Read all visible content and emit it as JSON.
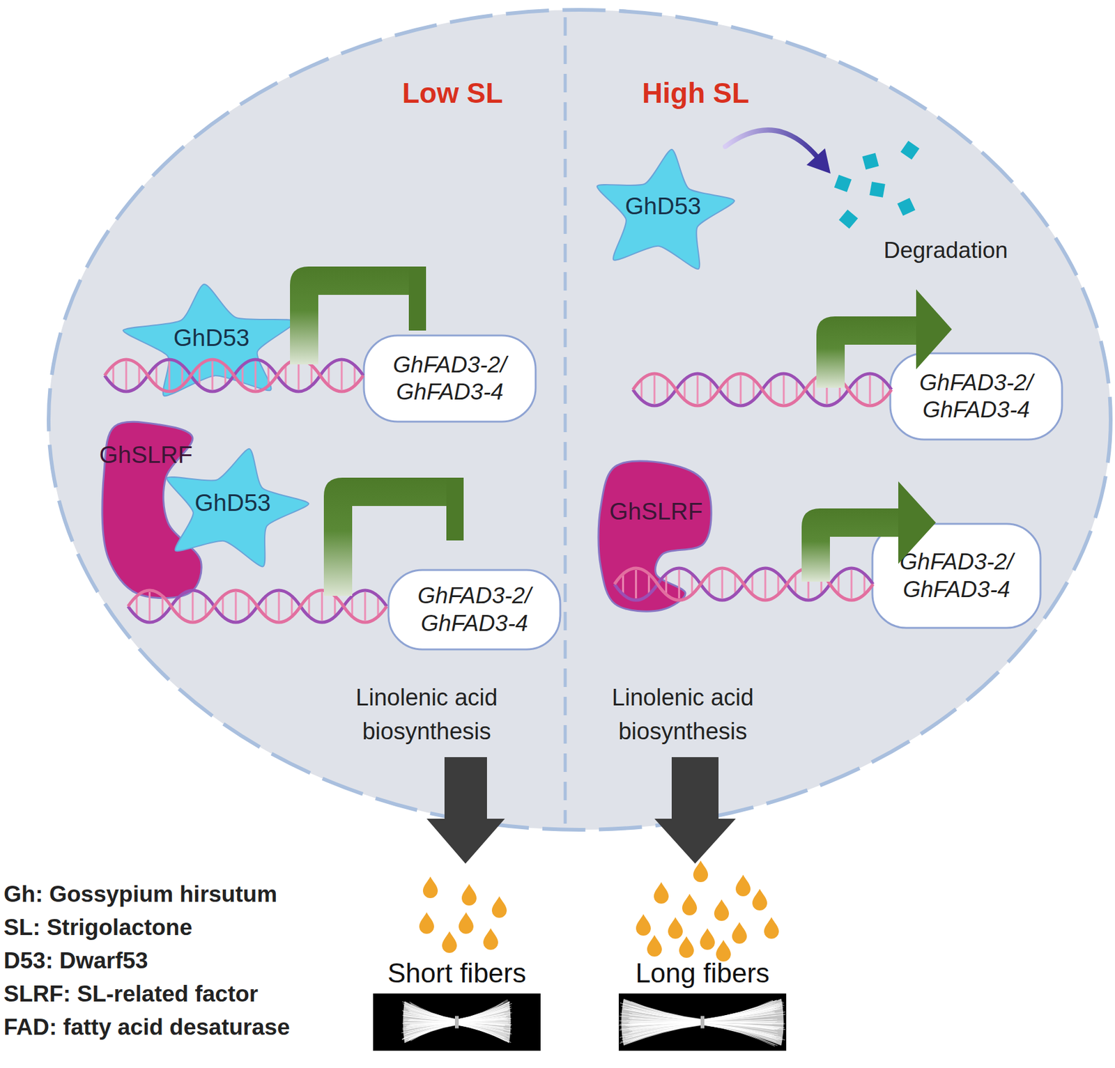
{
  "diagram": {
    "nodes": [
      {
        "text": [
          "Low SL",
          "High SL"
        ]
      },
      {
        "text": [
          "GhD53"
        ],
        "in": 0
      },
      {
        "text": [
          "GhD53"
        ],
        "in": 0
      },
      {
        "text": [
          "GhFAD3-2/ GhFAD3-4"
        ],
        "in": 0
      },
      {
        "text": [
          "GhFAD3-2/ GhFAD3-4"
        ],
        "in": 0
      },
      {
        "text": [
          "GhSLRF"
        ],
        "in": 0
      },
      {
        "text": [
          "GhD53"
        ],
        "in": 0
      },
      {
        "text": [
          "GhSLRF"
        ],
        "in": 0
      },
      {
        "text": [
          "GhFAD3-2/ GhFAD3-4"
        ],
        "in": 0
      },
      {
        "text": [
          "GhFAD3-2/ GhFAD3-4"
        ],
        "in": 0
      },
      {
        "text": [
          "Short fibers"
        ]
      },
      {
        "text": [
          "Long fibers"
        ]
      }
    ],
    "labels": [
      "Degradation",
      "Linolenic acid biosynthesis",
      "Linolenic acid biosynthesis",
      "Gh: Gossypium hirsutum",
      "SL: Strigolactone",
      "D53: Dwarf53",
      "SLRF: SL-related factor",
      "FAD: fatty acid desaturase"
    ]
  }
}
